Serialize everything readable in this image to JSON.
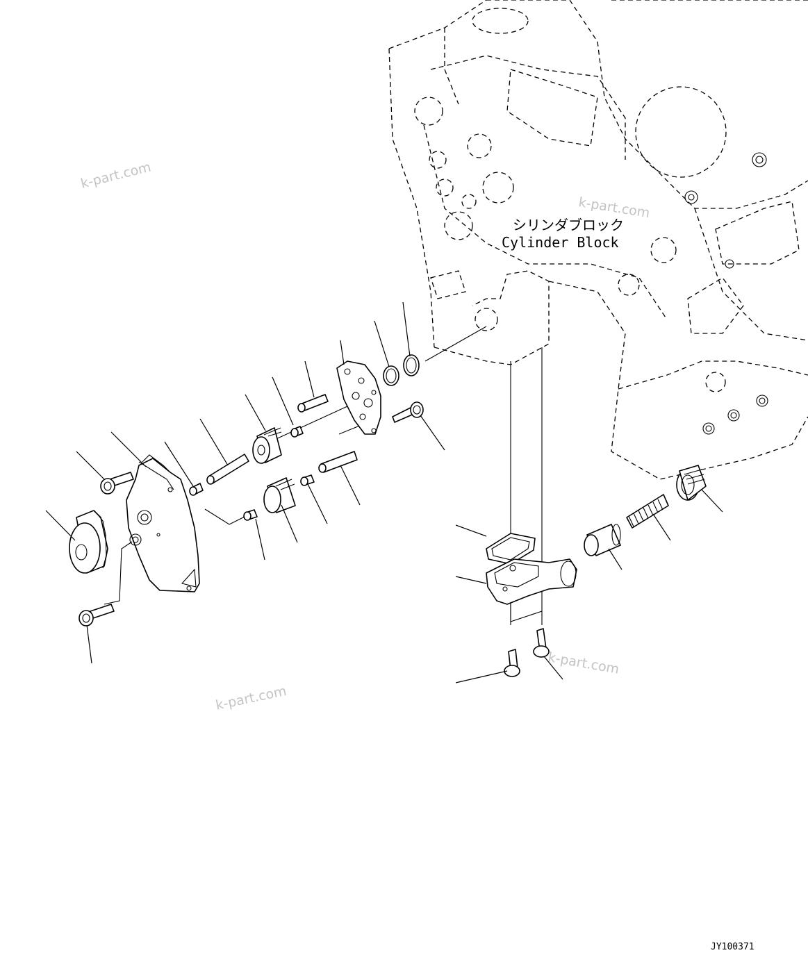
{
  "block_label": {
    "japanese": "シリンダブロック",
    "english": "Cylinder Block"
  },
  "watermark_text": "k-part.com",
  "drawing_code": "JY100371"
}
